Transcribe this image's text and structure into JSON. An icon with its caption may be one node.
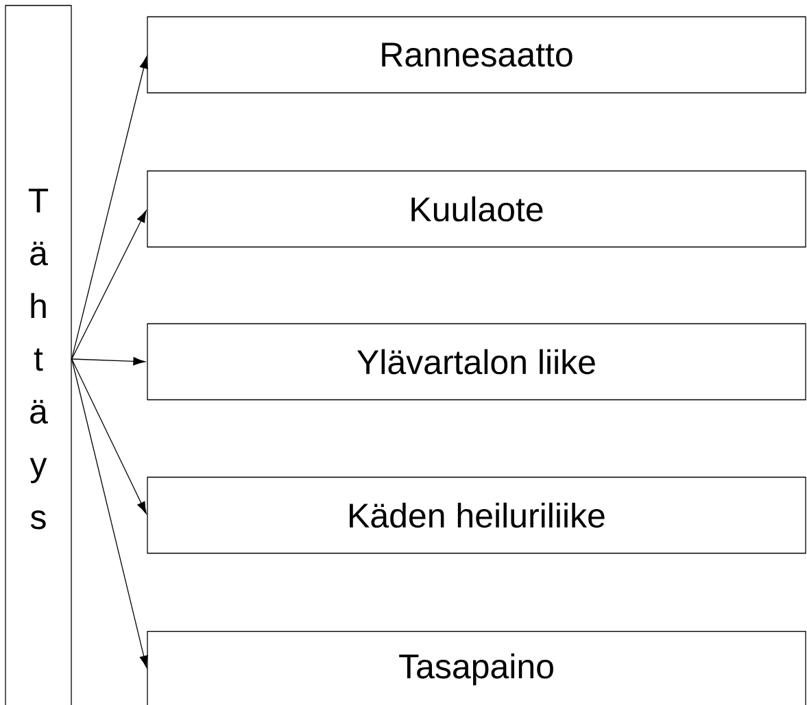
{
  "diagram": {
    "nodes": [
      {
        "text": [
          "Tähtäys"
        ]
      },
      {
        "text": [
          "Rannesaatto"
        ]
      },
      {
        "text": [
          "Kuulaote"
        ]
      },
      {
        "text": [
          "Ylävartalon liike"
        ]
      },
      {
        "text": [
          "Käden heiluriliike"
        ]
      },
      {
        "text": [
          "Tasapaino"
        ]
      }
    ],
    "edges": [
      {
        "from": 0,
        "to": 1,
        "arrow": "to"
      },
      {
        "from": 0,
        "to": 2,
        "arrow": "to"
      },
      {
        "from": 0,
        "to": 3,
        "arrow": "to"
      },
      {
        "from": 0,
        "to": 4,
        "arrow": "to"
      },
      {
        "from": 0,
        "to": 5,
        "arrow": "to"
      }
    ]
  }
}
